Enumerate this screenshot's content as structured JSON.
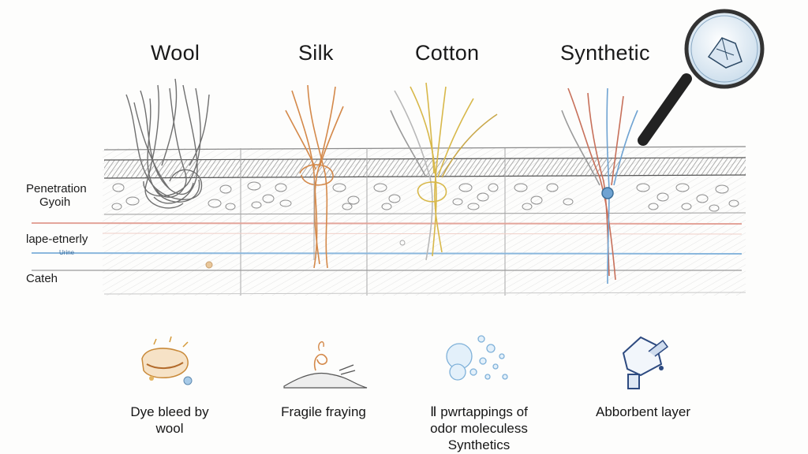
{
  "headings": {
    "wool": "Wool",
    "silk": "Silk",
    "cotton": "Cotton",
    "synthetic": "Synthetic"
  },
  "side_labels": {
    "penetration": "Penetration",
    "growth": "Gyoih",
    "layer": "lape-etnerly",
    "urine": "Urine",
    "catch": "Cateh"
  },
  "captions": {
    "wool_line1": "Dye bleed by",
    "wool_line2": "wool",
    "silk": "Fragile fraying",
    "synth_line1": "Ⅱ pwrtappings of",
    "synth_line2": "odor moleculess",
    "synth_line3": "Synthetics",
    "absorbent": "Abborbent layer"
  },
  "colors": {
    "wool": "#6f6f6f",
    "silk": "#d4894a",
    "cotton": "#d8b84a",
    "synthetic_red": "#c7705a",
    "synthetic_blue": "#6fa3d2",
    "red_line": "#e3a49a",
    "blue_line": "#8ab7dd"
  },
  "icons": [
    "dye-blob-icon",
    "frayed-thread-icon",
    "bubbles-icon",
    "absorbent-bottle-icon",
    "magnifier-icon"
  ]
}
